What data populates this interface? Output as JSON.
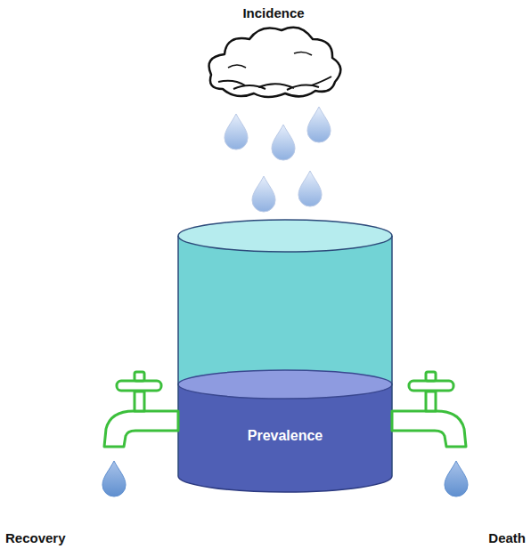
{
  "diagram": {
    "nodes": [
      {
        "text": [
          "Prevalence"
        ]
      }
    ],
    "labels": [
      "Incidence",
      "Recovery",
      "Death"
    ]
  }
}
